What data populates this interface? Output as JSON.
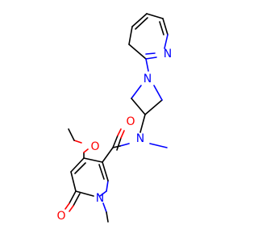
{
  "molecule": {
    "atoms": [
      {
        "id": "n-pyridine",
        "symbol": "N",
        "element": "N"
      },
      {
        "id": "n-azetidine",
        "symbol": "N",
        "element": "N"
      },
      {
        "id": "n-amide",
        "symbol": "N",
        "element": "N"
      },
      {
        "id": "o-carbonyl",
        "symbol": "O",
        "element": "O"
      },
      {
        "id": "o-methoxy",
        "symbol": "O",
        "element": "O"
      },
      {
        "id": "n-pyridone",
        "symbol": "N",
        "element": "N"
      },
      {
        "id": "o-pyridone",
        "symbol": "O",
        "element": "O"
      }
    ],
    "colors": {
      "nitrogen": "#0000ff",
      "oxygen": "#ff0000",
      "carbon": "#000000"
    }
  }
}
